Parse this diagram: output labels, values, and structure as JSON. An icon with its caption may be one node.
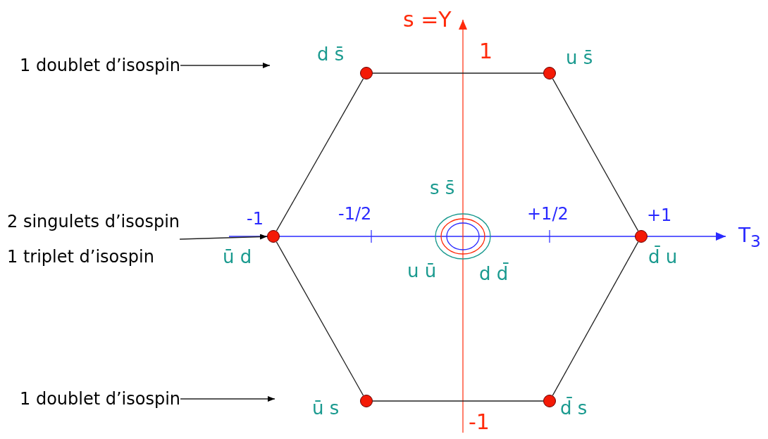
{
  "diagram": {
    "nodes": [
      {
        "text": [],
        "shape": "circle",
        "beside": [
          "d s̄"
        ]
      },
      {
        "text": [],
        "shape": "circle",
        "beside": [
          "u s̄"
        ]
      },
      {
        "text": [],
        "shape": "circle",
        "beside": [
          "ū d"
        ]
      },
      {
        "text": [],
        "shape": "circle",
        "beside": [
          "d̄ u"
        ]
      },
      {
        "text": [],
        "shape": "circle",
        "beside": [
          "ū s"
        ]
      },
      {
        "text": [],
        "shape": "circle",
        "beside": [
          "d̄ s"
        ]
      },
      {
        "text": [
          "1 doublet d’isospin"
        ]
      },
      {
        "text": [
          "2 singulets d’isospin",
          "1 triplet d’isospin"
        ]
      },
      {
        "text": [
          "1 doublet d’isospin"
        ]
      }
    ],
    "edges": [
      {
        "from": 0,
        "to": 1,
        "arrow": "none"
      },
      {
        "from": 1,
        "to": 3,
        "arrow": "none"
      },
      {
        "from": 3,
        "to": 5,
        "arrow": "none"
      },
      {
        "from": 5,
        "to": 4,
        "arrow": "none"
      },
      {
        "from": 4,
        "to": 2,
        "arrow": "none"
      },
      {
        "from": 2,
        "to": 0,
        "arrow": "none"
      },
      {
        "from": 6,
        "to": null,
        "arrow": "to"
      },
      {
        "from": 7,
        "to": 2,
        "arrow": "to"
      },
      {
        "from": 8,
        "to": null,
        "arrow": "to"
      }
    ],
    "labels": [
      "s =Y",
      "1",
      "s s̄",
      "-1",
      "-1/2",
      "+1/2",
      "+1",
      "T$_{3}$",
      "u ū",
      "d d̄",
      "-1"
    ]
  }
}
